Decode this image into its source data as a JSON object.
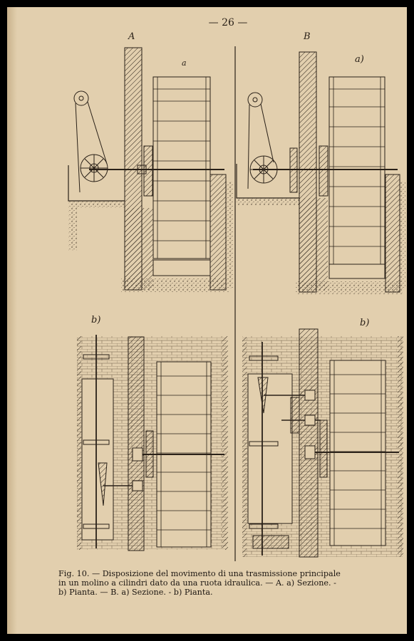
{
  "page": {
    "number_text": "— 26 —"
  },
  "figure": {
    "label_a": "A",
    "label_b_upper": "B",
    "sub_a_left": "a",
    "sub_a_right": "a)",
    "sub_b_left": "b)",
    "sub_b_right": "b)"
  },
  "caption": {
    "line1": "Fig. 10. — Disposizione del movimento di una trasmissione principale",
    "line2": "in un molino a cilindri dato da una ruota idraulica. — A. a) Sezione. -",
    "line3": "b) Pianta. — B. a) Sezione. - b) Pianta."
  },
  "colors": {
    "paper": "#e2cfae",
    "ink": "#2a2118",
    "frame": "#000000"
  }
}
